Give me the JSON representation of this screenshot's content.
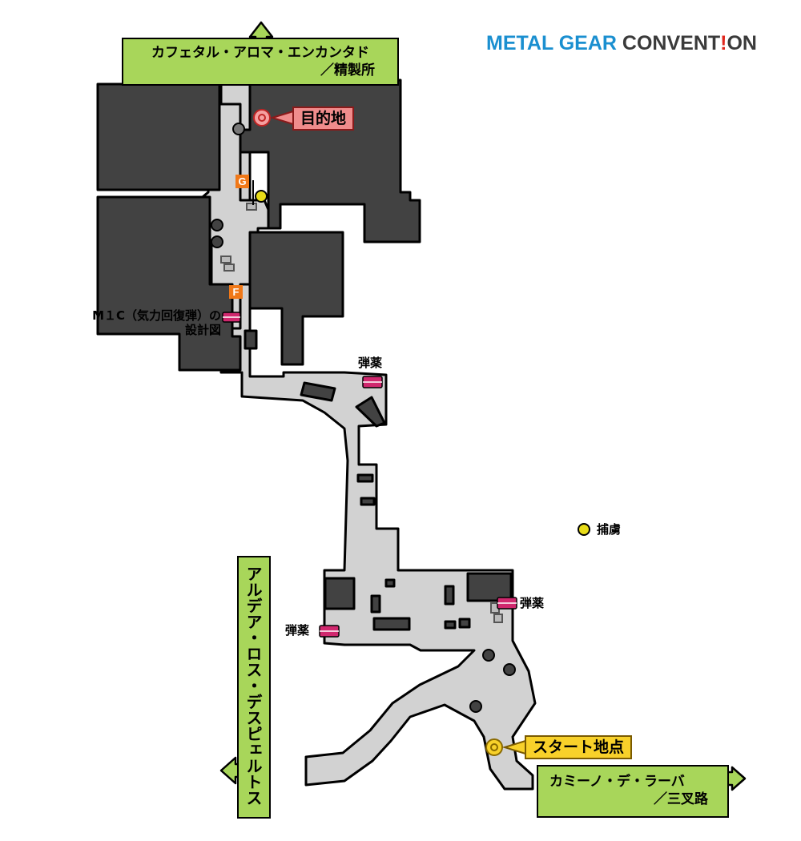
{
  "brand": {
    "part1": "METAL GEAR ",
    "part2": "CONVENT",
    "part3": "!",
    "part4": "ON"
  },
  "exits": {
    "north": {
      "line1": "カフェタル・アロマ・エンカンタド",
      "line2": "／精製所"
    },
    "west": {
      "label": "アルデア・ロス・デスピェルトス"
    },
    "east": {
      "line1": "カミーノ・デ・ラーバ",
      "line2": "／三叉路"
    }
  },
  "markers": {
    "destination": {
      "label": "目的地",
      "color": "#f08c8c"
    },
    "start": {
      "label": "スタート地点",
      "color": "#f8d12a"
    },
    "captive_legend": {
      "label": "捕虜",
      "color": "#e8dc18"
    }
  },
  "items": {
    "blueprint": {
      "line1": "M１C（気力回復弾）の",
      "line2": "設計図"
    },
    "ammo_1": {
      "label": "弾薬"
    },
    "ammo_2": {
      "label": "弾薬"
    },
    "ammo_3": {
      "label": "弾薬"
    }
  },
  "points": {
    "g": "G",
    "f": "F"
  },
  "colors": {
    "building": "#424242",
    "ground": "#d2d2d2",
    "item": "#d0286e",
    "point": "#f07818",
    "exit_box": "#a8d65a"
  }
}
